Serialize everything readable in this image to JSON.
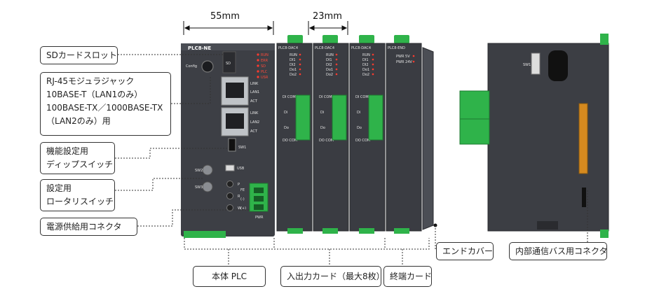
{
  "dimensions": {
    "main_width": "55mm",
    "card_width": "23mm"
  },
  "callouts": {
    "sd_slot": "SDカードスロット",
    "rj45": [
      "RJ-45モジュラジャック",
      "10BASE-T（LAN1のみ）",
      "100BASE-TX／1000BASE-TX",
      "（LAN2のみ）用"
    ],
    "dip": [
      "機能設定用",
      "ディップスイッチ"
    ],
    "rotary": [
      "設定用",
      "ロータリスイッチ"
    ],
    "power_connector": "電源供給用コネクタ",
    "main_plc": "本体 PLC",
    "io_cards": "入出力カード（最大8枚）",
    "end_card": "終端カード",
    "end_cover": "エンドカバー",
    "bus_connector": "内部通信バス用コネクタ"
  },
  "device": {
    "model": "PLC8-NE",
    "config": "Config",
    "sd": "SD",
    "leds": [
      "RUN",
      "ERR",
      "SD",
      "PLC",
      "USR"
    ],
    "ports": [
      "LINK",
      "LAN1",
      "ACT",
      "LINK",
      "LAN2",
      "ACT"
    ],
    "sw1": "SW1",
    "sw2": "SW2",
    "sw3": "SW3",
    "usb": "USB",
    "pwr": "PWR",
    "pwr_terms": [
      "FE",
      "(-)",
      "(+)"
    ],
    "pwr_terms_short": [
      "P",
      "R",
      "W"
    ]
  },
  "io_cards": [
    {
      "model": "PLC8-DAC4",
      "leds": [
        "RUN",
        "DI1",
        "DI2",
        "Do1",
        "Do2"
      ]
    },
    {
      "model": "PLC8-DAC4",
      "leds": [
        "RUN",
        "DI1",
        "DI2",
        "Do1",
        "Do2"
      ]
    },
    {
      "model": "PLC8-DAC4",
      "leds": [
        "RUN",
        "DI1",
        "DI2",
        "Do1",
        "Do2"
      ]
    }
  ],
  "io_card_labels": {
    "di_com": "DI COM",
    "di": "Di",
    "do": "Do",
    "do_com": "DO COM"
  },
  "end_card": {
    "model": "PLC8-END",
    "leds": [
      "PWR 5V",
      "PWR 24V"
    ]
  },
  "side_view": {
    "sw": "SW1"
  }
}
